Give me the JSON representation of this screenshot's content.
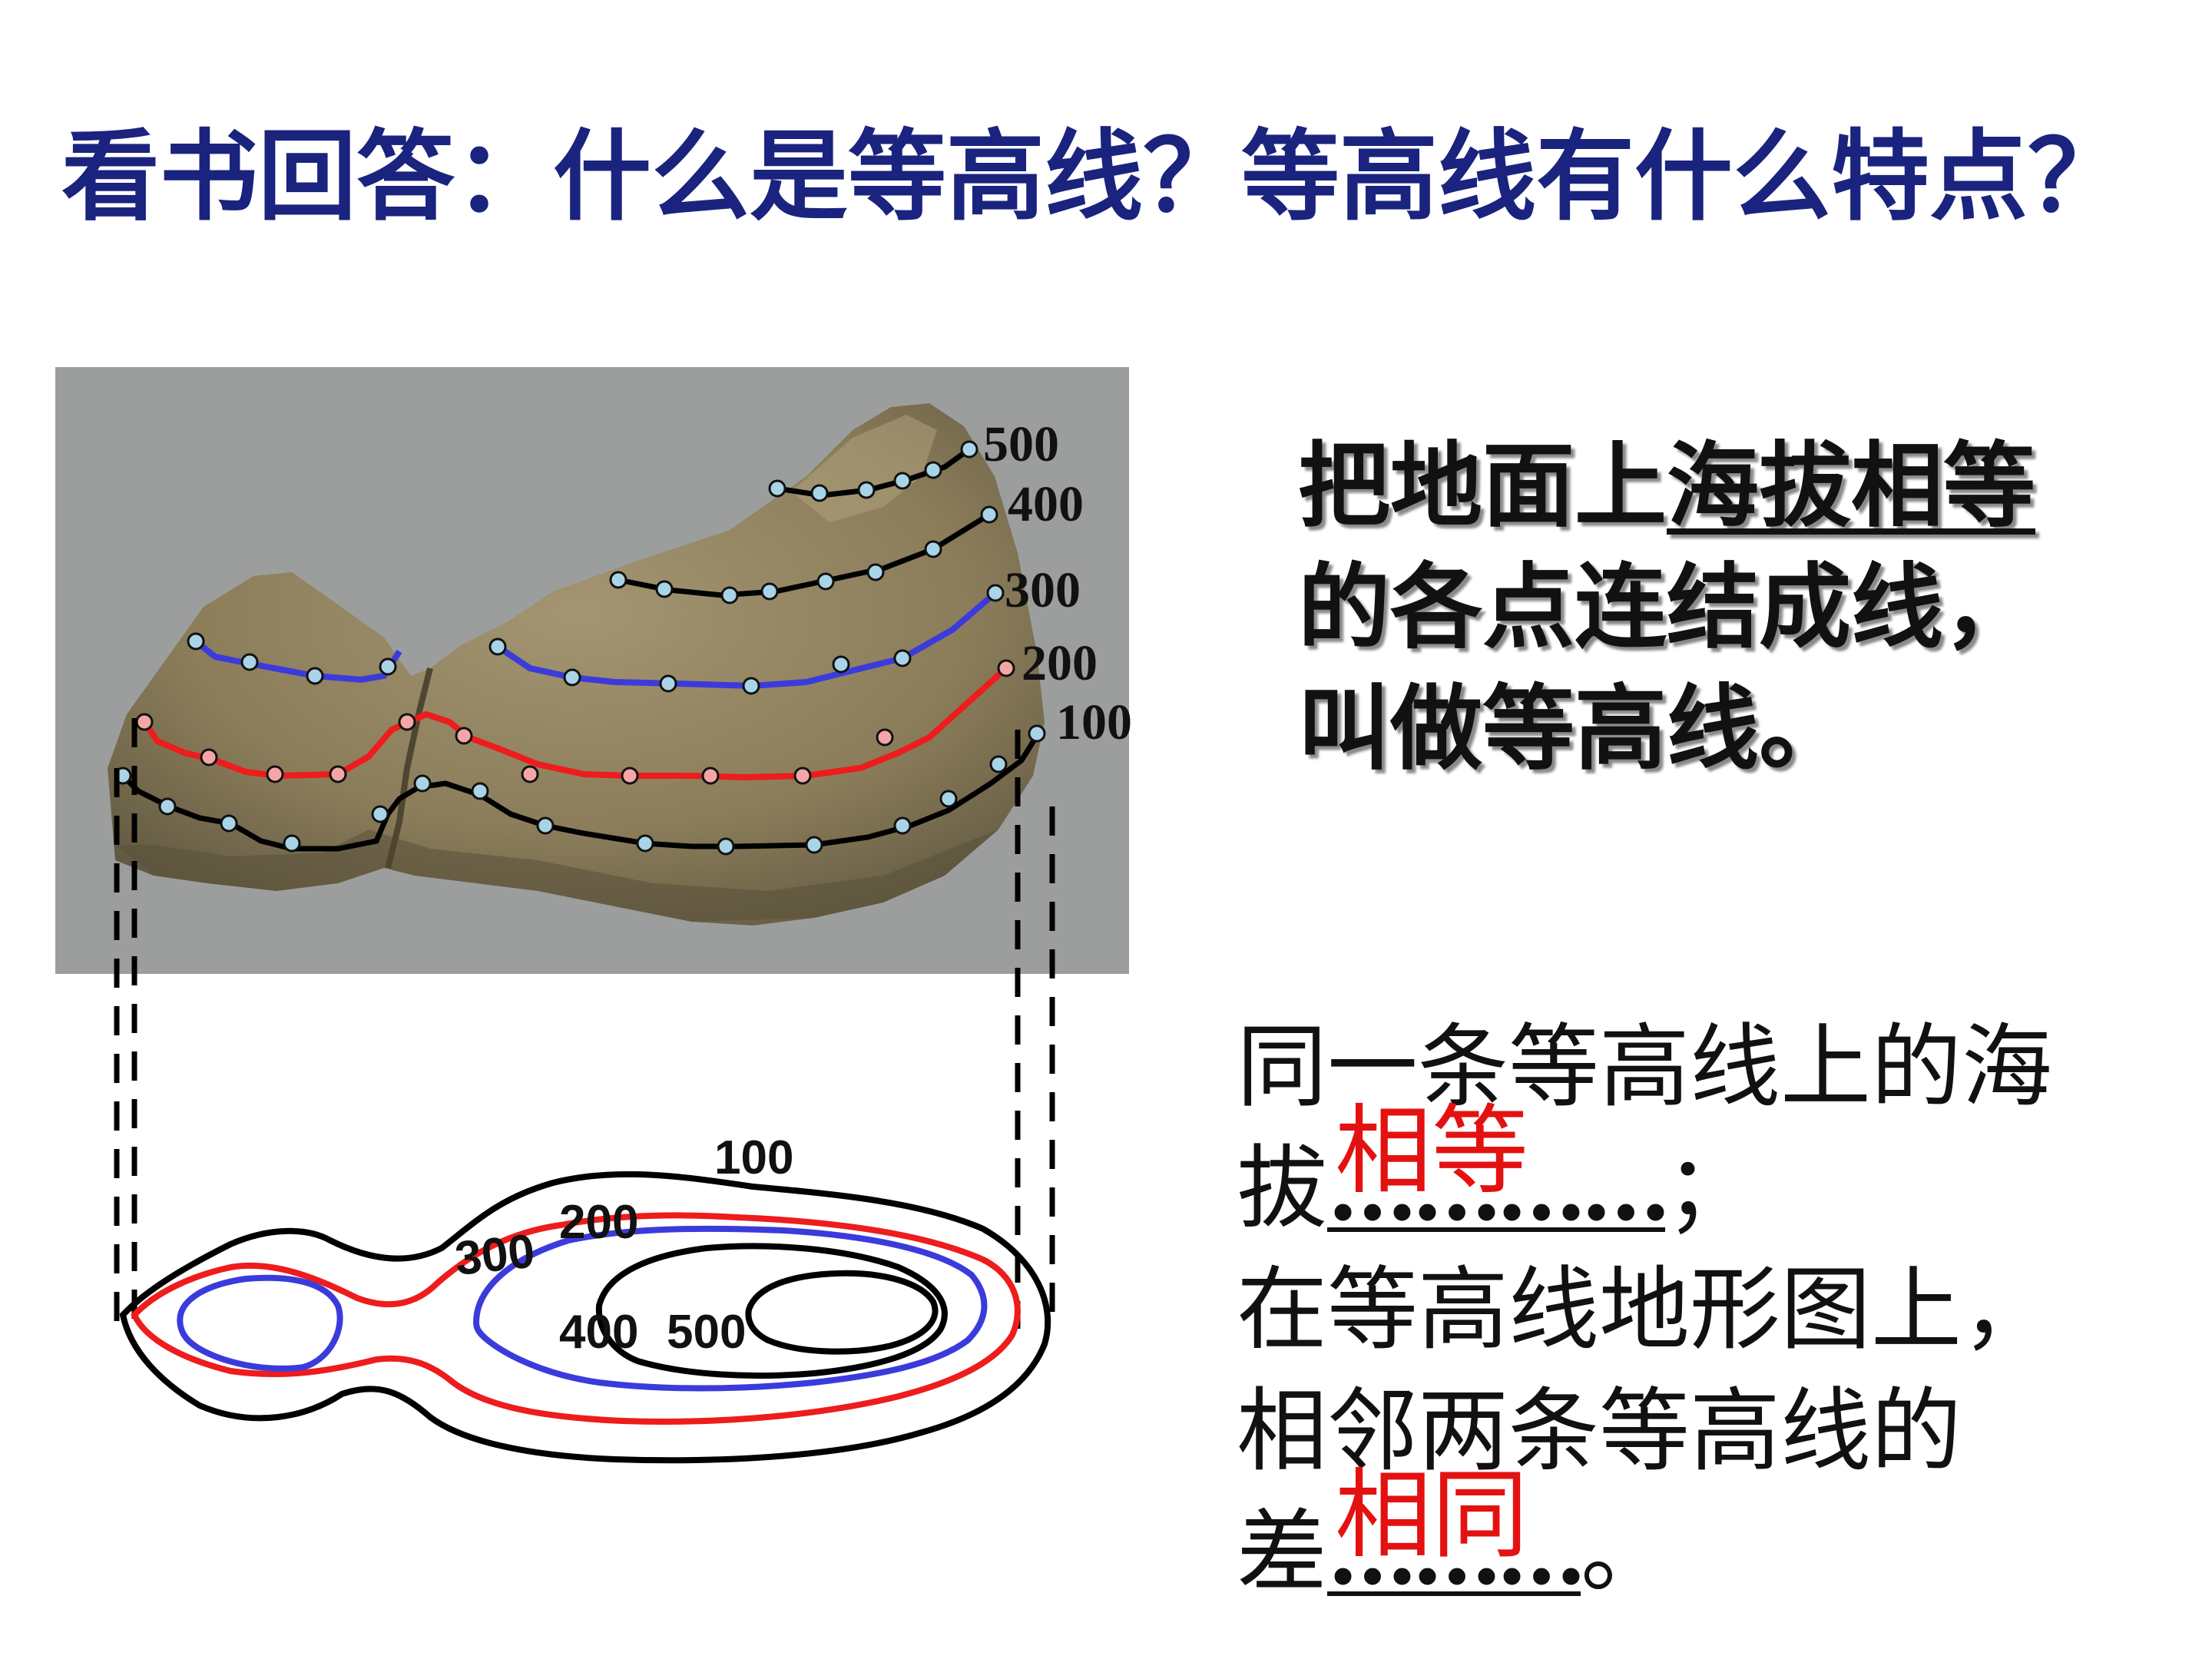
{
  "title": "看书回答：什么是等高线？等高线有什么特点？",
  "definition": {
    "line1_plain": "把地面上",
    "line1_underlined": "海拔相等",
    "line2": "的各点连结成线，",
    "line3": "叫做等高线。"
  },
  "properties": {
    "line1": "同一条等高线上的海",
    "line2_prefix": "拔",
    "line2_dots": "…………",
    "line2_answer": "相等",
    "line2_suffix": "；",
    "line3": "在等高线地形图上，",
    "line4": "相邻两条等高线的",
    "line5_prefix": "差",
    "line5_dots": "………",
    "line5_answer": "相同",
    "line5_suffix": "。"
  },
  "model_labels": [
    "500",
    "400",
    "300",
    "200",
    "100"
  ],
  "map_labels": [
    "100",
    "200",
    "300",
    "400",
    "500"
  ],
  "colors": {
    "title": "#1a237e",
    "answer": "#e41111",
    "contour_red": "#ee1c1c",
    "contour_blue": "#3b3bdc",
    "contour_black": "#000000",
    "photo_bg": "#9c9e9e",
    "rock": "#8a7c5a"
  }
}
